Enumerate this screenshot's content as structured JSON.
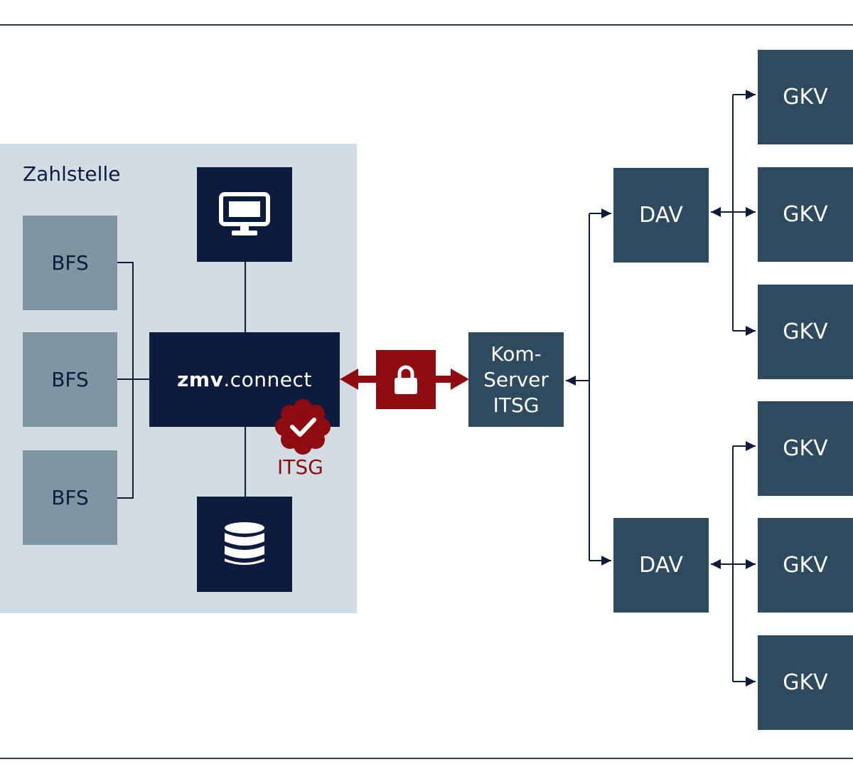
{
  "zahlstelle": {
    "label": "Zahlstelle"
  },
  "bfs": [
    "BFS",
    "BFS",
    "BFS"
  ],
  "zmv": {
    "brand": "zmv",
    "product": ".connect"
  },
  "itsg_badge": {
    "label": "ITSG"
  },
  "kom_server": {
    "line1": "Kom-",
    "line2": "Server",
    "line3": "ITSG"
  },
  "dav": [
    "DAV",
    "DAV"
  ],
  "gkv": [
    "GKV",
    "GKV",
    "GKV",
    "GKV",
    "GKV",
    "GKV"
  ],
  "colors": {
    "navy": "#0d1b3c",
    "slate": "#2d4a5e",
    "bfs": "#7e95a2",
    "zone": "#d2dde3",
    "accent_red": "#8e0b10"
  },
  "icons": {
    "top_node": "monitor-icon",
    "bottom_node": "database-icon",
    "link": "lock-icon",
    "badge": "check-seal-icon"
  }
}
